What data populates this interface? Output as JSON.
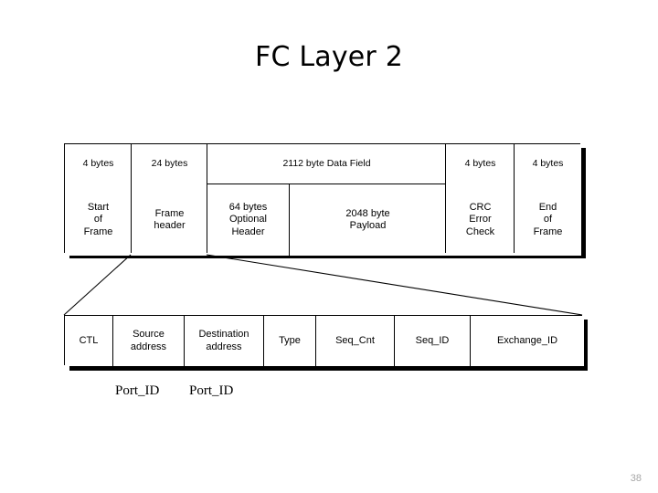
{
  "slide": {
    "title": "FC Layer 2",
    "page_number": "38",
    "ink_color": "#000000",
    "background_color": "#ffffff",
    "page_number_color": "#a6a6a6"
  },
  "frame_diagram": {
    "name": "fibre-channel-frame",
    "size_row": [
      {
        "label": "4 bytes"
      },
      {
        "label": "24 bytes"
      },
      {
        "label": "2112 byte Data Field"
      },
      {
        "label": "4 bytes"
      },
      {
        "label": "4 bytes"
      }
    ],
    "fields": [
      {
        "lines": [
          "Start",
          "of",
          "Frame"
        ]
      },
      {
        "lines": [
          "Frame",
          "header"
        ]
      },
      {
        "lines": [
          "64 bytes",
          "Optional",
          "Header"
        ]
      },
      {
        "lines": [
          "2048 byte",
          "Payload"
        ]
      },
      {
        "lines": [
          "CRC",
          "Error",
          "Check"
        ]
      },
      {
        "lines": [
          "End",
          "of",
          "Frame"
        ]
      }
    ]
  },
  "header_detail": {
    "name": "frame-header-expansion",
    "fields": [
      {
        "lines": [
          "CTL"
        ]
      },
      {
        "lines": [
          "Source",
          "address"
        ]
      },
      {
        "lines": [
          "Destination",
          "address"
        ]
      },
      {
        "lines": [
          "Type"
        ]
      },
      {
        "lines": [
          "Seq_Cnt"
        ]
      },
      {
        "lines": [
          "Seq_ID"
        ]
      },
      {
        "lines": [
          "Exchange_ID"
        ]
      }
    ],
    "annotations": [
      {
        "text": "Port_ID"
      },
      {
        "text": "Port_ID"
      }
    ]
  }
}
